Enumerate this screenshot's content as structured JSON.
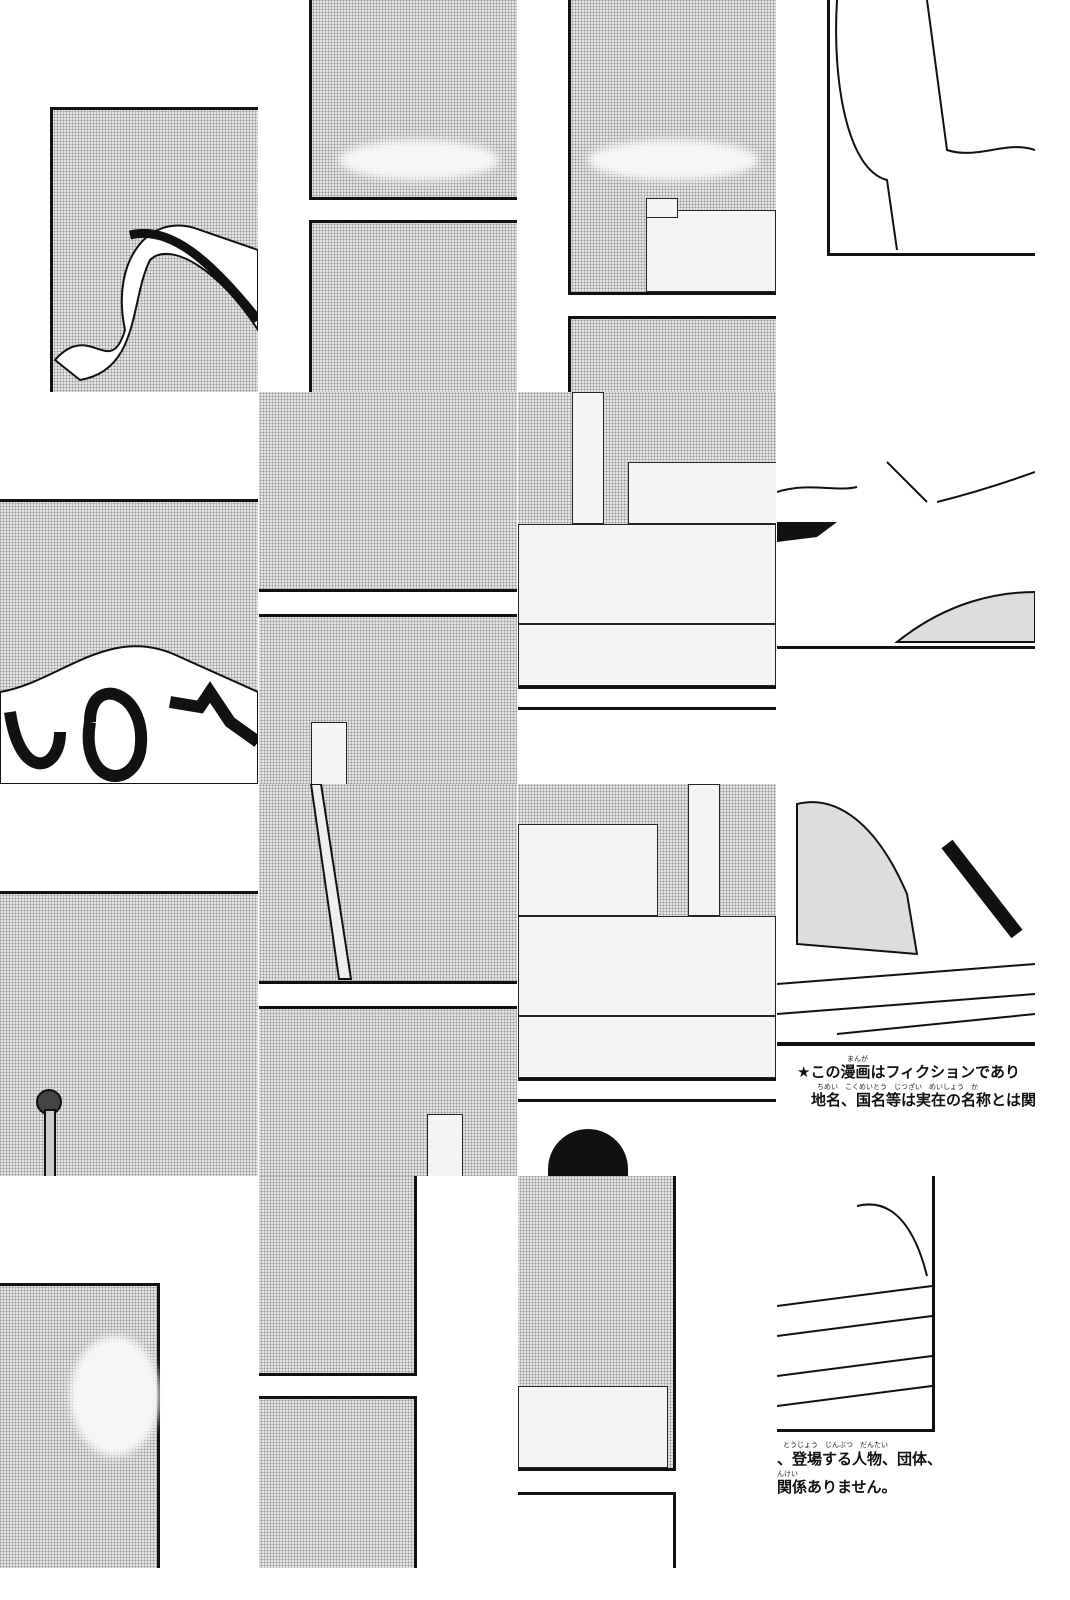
{
  "notice": {
    "line1": "★この漫画はフィクションであり",
    "line1_ruby": "まんが",
    "line2": "地名、国名等は実在の名称とは関",
    "line2_ruby": "ちめい　こくめいとう　じつざい　めいしょう　か",
    "line3": "、登場する人物、団体、",
    "line3_ruby": "とうじょう　じんぶつ　だんたい",
    "line4": "関係ありません。",
    "line4_ruby": "んけい"
  }
}
